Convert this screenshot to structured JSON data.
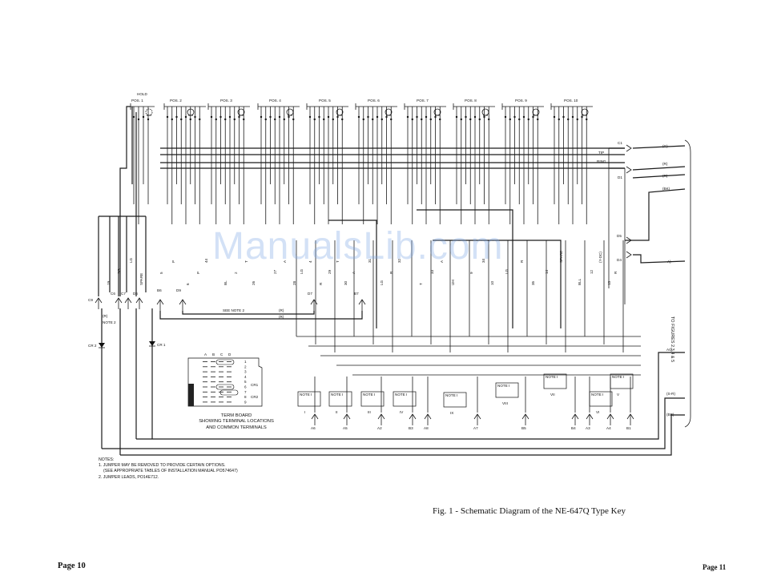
{
  "hold_label": "HOLD",
  "positions": [
    "POS. 1",
    "POS. 2",
    "POS. 3",
    "POS. 4",
    "POS. 5",
    "POS. 6",
    "POS. 7",
    "POS. 8",
    "POS. 9",
    "POS. 10"
  ],
  "line_labels": {
    "tip": "TIP",
    "ring": "RING",
    "c1": "C1",
    "d1": "D1",
    "d5": "D5",
    "d4": "D4",
    "g": "(G)",
    "r": "(R)",
    "r2": "(R)",
    "bk": "(BK)",
    "a": "A)",
    "ag": "AG",
    "s_r": "(S-R)",
    "br": "(BR)"
  },
  "side_label": "TO FIGURES 2,3,4 & 5",
  "left_labels": {
    "c9": "C9",
    "r": "(R)",
    "note2": "NOTE 2",
    "cr2": "CR 2",
    "cr1": "CR 1",
    "c6": "C6",
    "c7": "C7",
    "d6": "D6",
    "b6": "B6",
    "d9": "D9",
    "d7": "D7",
    "b7": "B7",
    "see_note2": "SEE NOTE 2",
    "r_lead1": "(R)",
    "r_lead2": "(R)"
  },
  "vertical_texts": [
    "19",
    "SG",
    "LG",
    "SPARE",
    "5",
    "P",
    "6",
    "P",
    "44",
    "BL",
    "2",
    "T",
    "26",
    "27",
    "A",
    "28",
    "LG",
    "4",
    "R",
    "29",
    "T",
    "30",
    "A",
    "31",
    "LG",
    "R",
    "32",
    "T",
    "33",
    "A",
    "UH",
    "9",
    "34",
    "10",
    "LG",
    "R",
    "35",
    "14",
    "SPARE",
    "BLL",
    "12",
    "(Y-DC)",
    "13",
    "R",
    "36",
    "T",
    "39",
    "A",
    "15",
    "40",
    "16",
    "LG",
    "R",
    "41",
    "T",
    "42",
    "A",
    "17",
    "18",
    "LG",
    "R",
    "43",
    "T",
    "46",
    "A",
    "21",
    "22",
    "R",
    "47",
    "T",
    "48",
    "A OR S",
    "23",
    "R",
    "24",
    "49",
    "T",
    "50",
    "A OR S",
    "25",
    "R",
    "45",
    "SBL",
    "20",
    "SBL",
    "2"
  ],
  "notes_boxes": [
    "NOTE I",
    "NOTE I",
    "NOTE I",
    "NOTE I",
    "NOTE I",
    "NOTE I",
    "NOTE I",
    "NOTE I",
    "NOTE I"
  ],
  "roman": [
    "I",
    "II",
    "III",
    "IV",
    "IX",
    "VIII",
    "VII",
    "VI",
    "V"
  ],
  "terminals": [
    "A6",
    "A5",
    "A2",
    "B3",
    "A8",
    "A7",
    "B5",
    "B4",
    "A3",
    "A4",
    "B1"
  ],
  "term_board": {
    "cols": [
      "A",
      "B",
      "C",
      "D"
    ],
    "rows": [
      "1",
      "2",
      "3",
      "4",
      "5",
      "6",
      "7",
      "8",
      "9"
    ],
    "cr1": "CR1",
    "cr2": "CR2",
    "caption_lines": [
      "TERM BOARD",
      "SHOWING TERMINAL LOCATIONS",
      "AND COMMON TERMINALS"
    ]
  },
  "notes": {
    "heading": "NOTES:",
    "lines": [
      "1. JUMPER MAY BE REMOVED TO PROVIDE CERTAIN OPTIONS.",
      "   (SEE APPROPRIATE TABLES OF INSTALLATION MANUAL PO574647)",
      "",
      "2. JUMPER LEADS, PO14E712."
    ]
  },
  "watermark": "ManualsLib.com",
  "caption": "Fig. 1 - Schematic Diagram of the NE-647Q Type Key",
  "page_left": "Page 10",
  "page_right": "Page 11"
}
